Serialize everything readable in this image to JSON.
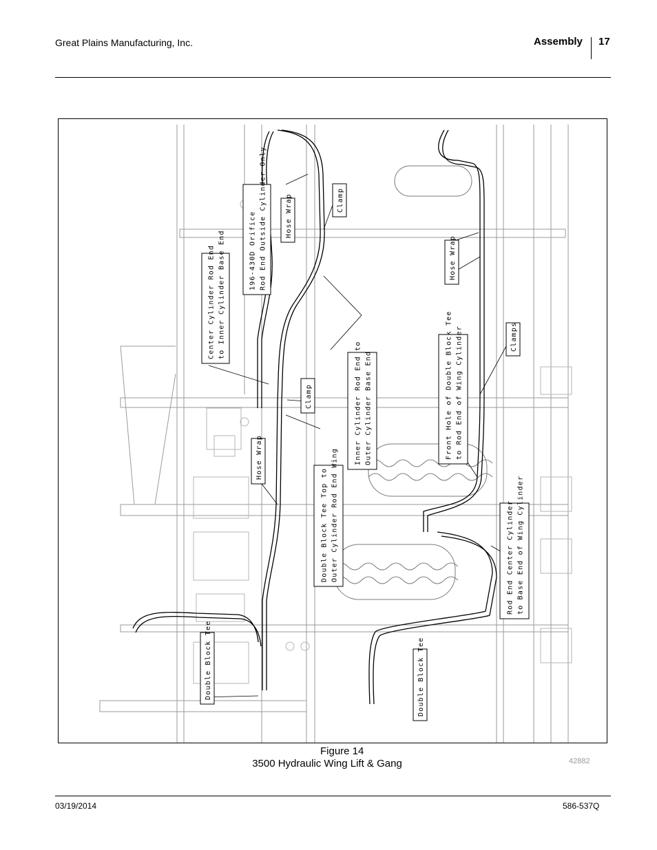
{
  "header": {
    "company": "Great Plains Manufacturing, Inc.",
    "section": "Assembly",
    "page_number": "17"
  },
  "figure": {
    "number": "Figure 14",
    "title": "3500 Hydraulic Wing Lift & Gang",
    "drawing_id": "42882",
    "callouts": [
      {
        "lines": [
          "Center Cylinder Rod End",
          "to Inner Cylinder Base End"
        ]
      },
      {
        "lines": [
          "196-430D Orifice",
          "Rod End Outside Cylinder Only"
        ]
      },
      {
        "lines": [
          "Hose Wrap"
        ]
      },
      {
        "lines": [
          "Clamp"
        ]
      },
      {
        "lines": [
          "Hose Wrap"
        ]
      },
      {
        "lines": [
          "Inner Cylinder Rod End to",
          "Outer Cylinder Base End"
        ]
      },
      {
        "lines": [
          "Front Hole of Double Block Tee",
          "to Rod End of Wing Cylinder"
        ]
      },
      {
        "lines": [
          "Clamps"
        ]
      },
      {
        "lines": [
          "Clamp"
        ]
      },
      {
        "lines": [
          "Hose Wrap"
        ]
      },
      {
        "lines": [
          "Double Block Tee Top to",
          "Outer Cylinder Rod End Wing"
        ]
      },
      {
        "lines": [
          "Rod End Center Cylinder",
          "to Base End of Wing Cylinder"
        ]
      },
      {
        "lines": [
          "Double Block Tee"
        ]
      },
      {
        "lines": [
          "Double Block Tee"
        ]
      }
    ]
  },
  "footer": {
    "date": "03/19/2014",
    "doc_number": "586-537Q"
  }
}
